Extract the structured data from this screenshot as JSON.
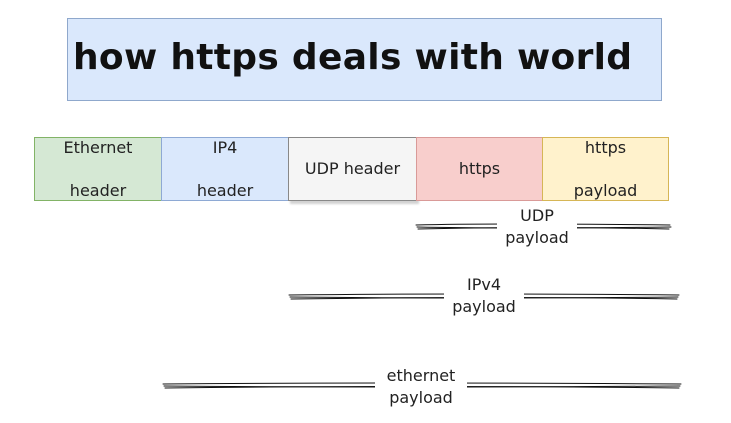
{
  "title": "how https deals with world",
  "packet": {
    "ethernet_header": [
      "Ethernet",
      "header"
    ],
    "ip4_header": [
      "IP4",
      "header"
    ],
    "udp_header": "UDP header",
    "https": "https",
    "https_payload": [
      "https",
      "payload"
    ]
  },
  "spans": {
    "udp_payload": [
      "UDP",
      "payload"
    ],
    "ipv4_payload": [
      "IPv4",
      "payload"
    ],
    "ethernet_payload": [
      "ethernet",
      "payload"
    ]
  },
  "colors": {
    "title_fill": "#dae8fc",
    "ethernet_fill": "#d5e8d4",
    "ip_fill": "#dae8fc",
    "udp_fill": "#f5f5f5",
    "https_fill": "#f8cecc",
    "payload_fill": "#fff2cc"
  }
}
